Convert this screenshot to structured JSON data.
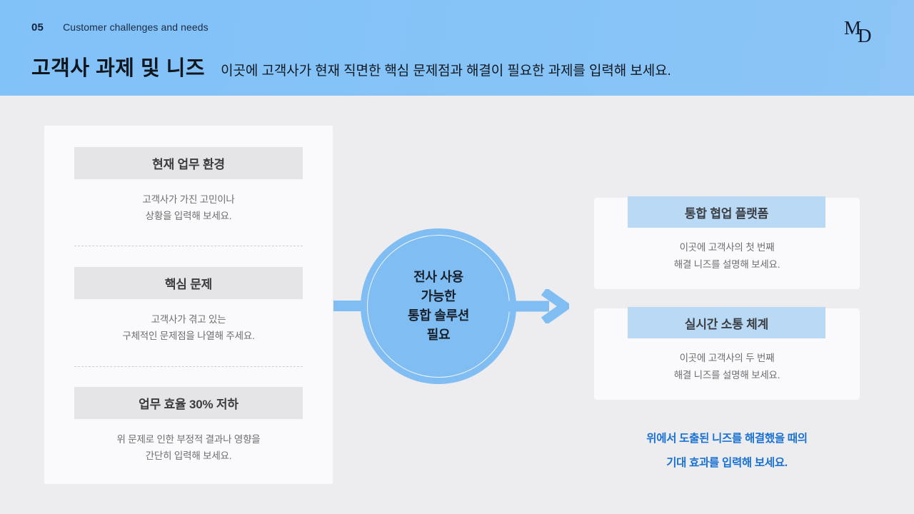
{
  "header": {
    "kicker_number": "05",
    "kicker_label": "Customer challenges and needs",
    "title": "고객사 과제 및 니즈",
    "subtitle": "이곳에 고객사가 현재 직면한 핵심 문제점과 해결이 필요한 과제를 입력해 보세요.",
    "logo_primary": "M",
    "logo_secondary": "D",
    "background_color": "#84c2f7"
  },
  "left_panel": {
    "sections": [
      {
        "heading": "현재 업무 환경",
        "body_line_1": "고객사가 가진 고민이나",
        "body_line_2": "상황을 입력해 보세요."
      },
      {
        "heading": "핵심 문제",
        "body_line_1": "고객사가 겪고 있는",
        "body_line_2": "구체적인 문제점을 나열해 주세요."
      },
      {
        "heading": "업무 효율 30% 저하",
        "body_line_1": "위 문제로 인한 부정적 결과나 영향을",
        "body_line_2": "간단히 입력해 보세요."
      }
    ],
    "band_color": "#e5e4e6",
    "card_color": "#faf9fb"
  },
  "center": {
    "circle_line_1": "전사 사용",
    "circle_line_2": "가능한",
    "circle_line_3": "통합 솔루션",
    "circle_line_4": "필요",
    "circle_color": "#7fbdf2",
    "arrow_color": "#7fbdf2"
  },
  "right_panel": {
    "cards": [
      {
        "heading": "통합 협업 플랫폼",
        "body_line_1": "이곳에 고객사의 첫 번째",
        "body_line_2": "해결 니즈를 설명해 보세요."
      },
      {
        "heading": "실시간 소통 체계",
        "body_line_1": "이곳에 고객사의 두 번째",
        "body_line_2": "해결 니즈를 설명해 보세요."
      }
    ],
    "band_color": "#b9d9f4",
    "card_color": "#faf9fb"
  },
  "footnote": {
    "line_1": "위에서 도출된 니즈를 해결했을 때의",
    "line_2": "기대 효과를 입력해 보세요.",
    "color": "#1a72d2"
  }
}
